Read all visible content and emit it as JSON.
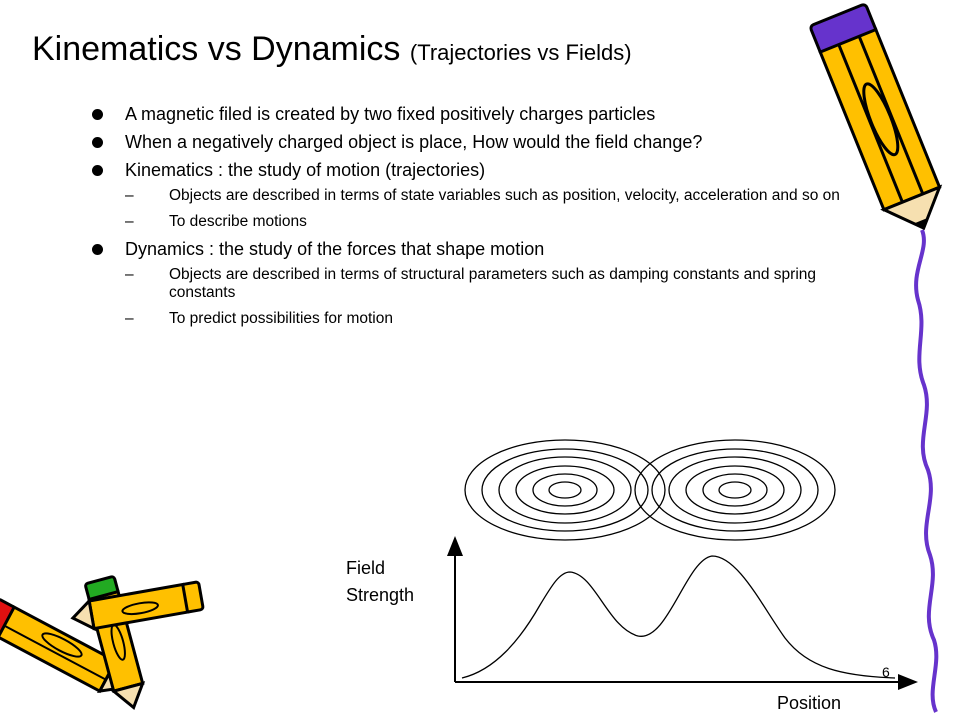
{
  "slide": {
    "title_main": "Kinematics vs Dynamics",
    "title_sub": "(Trajectories vs Fields)",
    "page_number": "6"
  },
  "bullets": [
    {
      "text": "A magnetic filed is created by two fixed positively charges particles",
      "sub": []
    },
    {
      "text": "When a negatively charged object is place, How would the field change?",
      "sub": []
    },
    {
      "text": "Kinematics : the study of motion (trajectories)",
      "sub": [
        "Objects are described in terms of state variables such as position, velocity, acceleration and so on",
        "To describe motions"
      ]
    },
    {
      "text": "Dynamics : the study of the forces that shape motion",
      "sub": [
        "Objects are described in terms of structural parameters such as damping constants and spring constants",
        "To predict possibilities for motion"
      ]
    }
  ],
  "sub_bullet_marker": "–",
  "diagram": {
    "y_label_line1": "Field",
    "y_label_line2": "Strength",
    "x_label": "Position"
  },
  "colors": {
    "pencil_body": "#FFC000",
    "pencil_eraser": "#6633CC",
    "pencil_eraser_red": "#E01010",
    "pencil_eraser_green": "#22AA22",
    "wavy_line": "#6633CC"
  },
  "icons": [
    "pencil-icon",
    "crossed-pencils-icon"
  ]
}
